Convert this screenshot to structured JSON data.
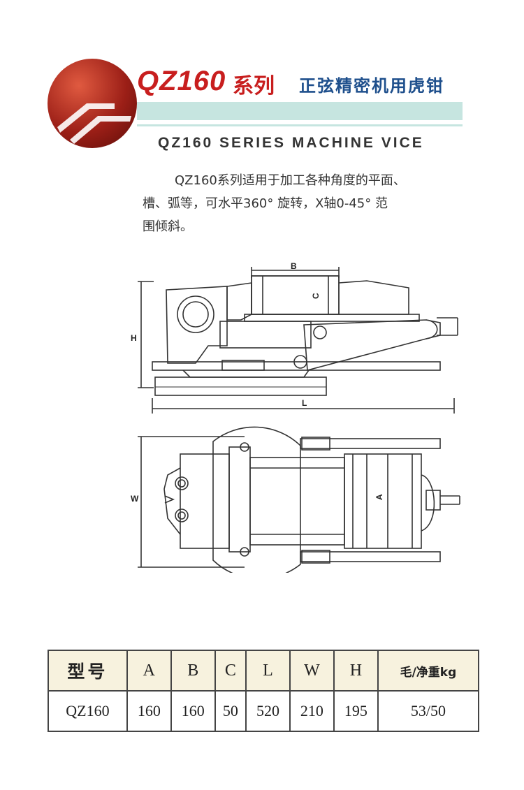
{
  "header": {
    "model_title": "QZ160",
    "series_label": "系列",
    "chinese_name": "正弦精密机用虎钳",
    "english_name": "QZ160 SERIES MACHINE VICE"
  },
  "description": {
    "line1": "QZ160系列适用于加工各种角度的平面、",
    "line2": "槽、弧等，可水平360° 旋转，X轴0-45° 范",
    "line3": "围倾斜。"
  },
  "drawing_labels": {
    "side": {
      "b": "B",
      "c": "C",
      "h": "H",
      "l": "L"
    },
    "top": {
      "w": "W",
      "a": "A"
    }
  },
  "spec_table": {
    "headers": [
      "型号",
      "A",
      "B",
      "C",
      "L",
      "W",
      "H",
      "毛/净重kg"
    ],
    "rows": [
      [
        "QZ160",
        "160",
        "160",
        "50",
        "520",
        "210",
        "195",
        "53/50"
      ]
    ]
  },
  "colors": {
    "title_red": "#c81e1e",
    "title_blue": "#1e4f8c",
    "band": "#c6e5e0",
    "logo_dark": "#8e1b14"
  }
}
